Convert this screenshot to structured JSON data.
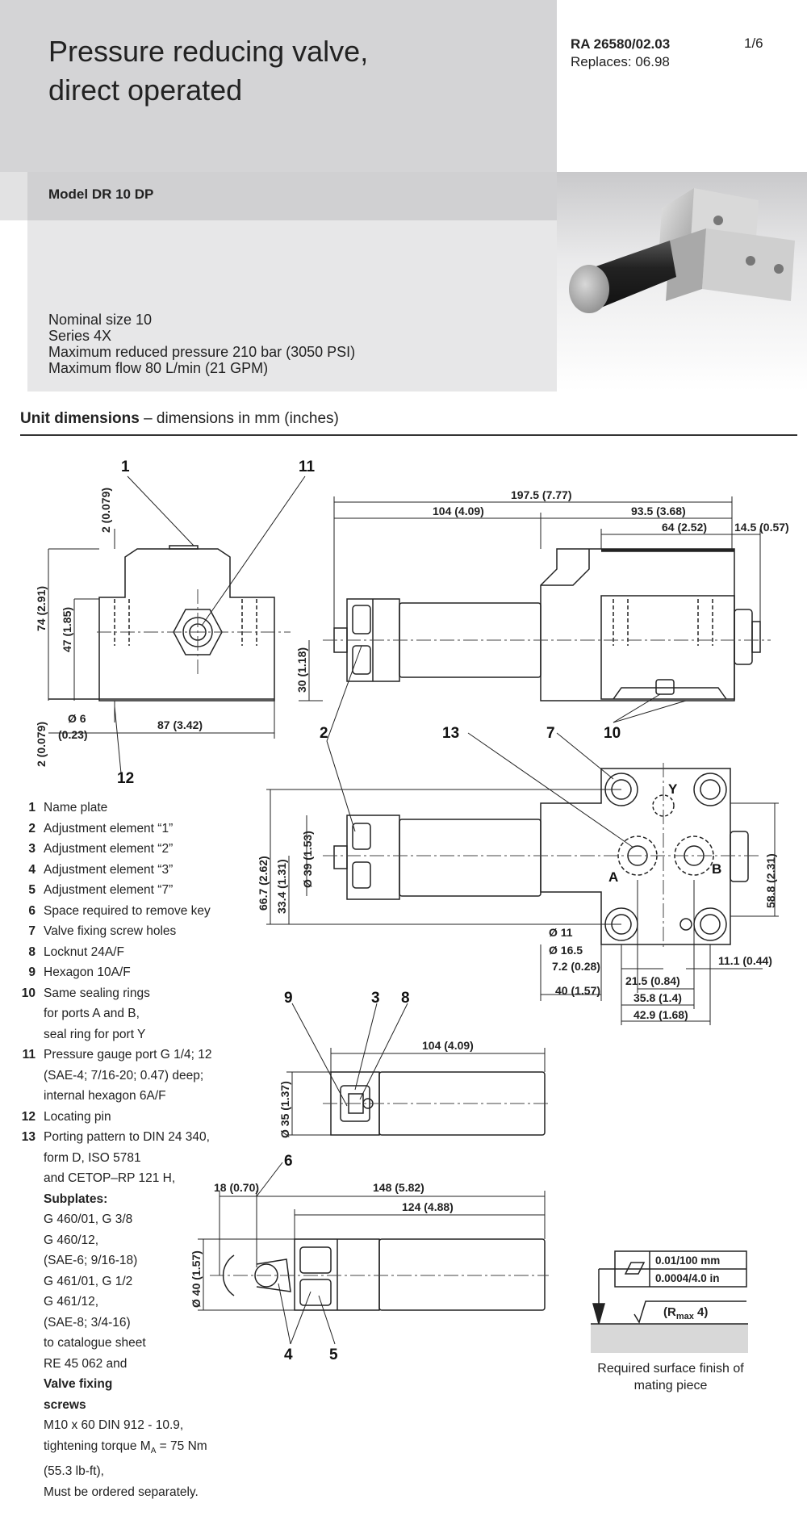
{
  "header": {
    "title_line1": "Pressure reducing valve,",
    "title_line2": "direct operated",
    "doc_number": "RA 26580/02.03",
    "replaces": "Replaces: 06.98",
    "page": "1/6",
    "model": "Model DR 10 DP",
    "specs": [
      "Nominal size 10",
      "Series 4X",
      "Maximum reduced pressure 210 bar (3050 PSI)",
      "Maximum flow 80 L/min (21 GPM)"
    ]
  },
  "section": {
    "title_bold": "Unit dimensions",
    "title_rest": " – dimensions in mm (inches)"
  },
  "legend": {
    "items": [
      {
        "num": "1",
        "text": "Name plate"
      },
      {
        "num": "2",
        "text": "Adjustment element “1”"
      },
      {
        "num": "3",
        "text": "Adjustment element “2”"
      },
      {
        "num": "4",
        "text": "Adjustment element “3”"
      },
      {
        "num": "5",
        "text": "Adjustment element “7”"
      },
      {
        "num": "6",
        "text": "Space required to remove key"
      },
      {
        "num": "7",
        "text": "Valve fixing screw holes"
      },
      {
        "num": "8",
        "text": "Locknut 24A/F"
      },
      {
        "num": "9",
        "text": "Hexagon 10A/F"
      },
      {
        "num": "10",
        "text": "Same sealing rings",
        "sub": [
          "for ports A and B,",
          "seal ring for port  Y"
        ]
      },
      {
        "num": "11",
        "text": "Pressure gauge port G 1/4; 12",
        "sub": [
          "(SAE-4; 7/16-20; 0.47) deep;",
          "internal hexagon 6A/F"
        ]
      },
      {
        "num": "12",
        "text": "Locating pin"
      },
      {
        "num": "13",
        "text": "Porting pattern to DIN 24 340,",
        "sub": [
          "form D, ISO 5781",
          "and CETOP–RP 121 H,"
        ]
      }
    ],
    "subplates_label": "Subplates:",
    "subplates": [
      "G 460/01, G 3/8",
      "G 460/12,",
      "(SAE-6; 9/16-18)",
      "G 461/01, G 1/2",
      "G 461/12,",
      "(SAE-8; 3/4-16)",
      "to catalogue sheet",
      "RE 45 062 and"
    ],
    "screws_label_1": "Valve fixing",
    "screws_label_2": "screws",
    "screws": [
      "M10 x 60 DIN 912 - 10.9,",
      "tightening torque M",
      "A",
      " = 75 Nm",
      "(55.3 lb-ft),",
      "Must be ordered separately."
    ]
  },
  "drawing": {
    "callouts": {
      "c1": "1",
      "c2": "2",
      "c3": "3",
      "c4": "4",
      "c5": "5",
      "c6": "6",
      "c7": "7",
      "c8": "8",
      "c9": "9",
      "c10": "10",
      "c11": "11",
      "c12": "12",
      "c13": "13"
    },
    "dims": {
      "d_197": "197.5 (7.77)",
      "d_104a": "104 (4.09)",
      "d_93": "93.5 (3.68)",
      "d_64": "64 (2.52)",
      "d_14": "14.5 (0.57)",
      "d_2a": "2 (0.079)",
      "d_74": "74 (2.91)",
      "d_47": "47 (1.85)",
      "d_30": "30 (1.18)",
      "d_phi6": "Ø 6",
      "d_023": "(0.23)",
      "d_87": "87 (3.42)",
      "d_2b": "2 (0.079)",
      "d_66": "66.7 (2.62)",
      "d_33": "33.4 (1.31)",
      "d_39": "Ø 39 (1.53)",
      "d_58": "58.8 (2.31)",
      "d_phi11": "Ø 11",
      "d_phi165": "Ø 16.5",
      "d_72": "7.2 (0.28)",
      "d_111": "11.1 (0.44)",
      "d_215": "21.5 (0.84)",
      "d_40": "40 (1.57)",
      "d_358": "35.8 (1.4)",
      "d_429": "42.9 (1.68)",
      "d_104b": "104 (4.09)",
      "d_35": "Ø 35 (1.37)",
      "d_18": "18 (0.70)",
      "d_148": "148 (5.82)",
      "d_124": "124 (4.88)",
      "d_phi40": "Ø 40 (1.57)",
      "port_a": "A",
      "port_b": "B",
      "port_y": "Y"
    },
    "surface": {
      "tol1": "0.01/100 mm",
      "tol2": "0.0004/4.0 in",
      "rmax_r": "(R",
      "rmax_sub": "max",
      "rmax_val": " 4)"
    },
    "caption_line1": "Required surface finish of",
    "caption_line2": "mating piece"
  }
}
